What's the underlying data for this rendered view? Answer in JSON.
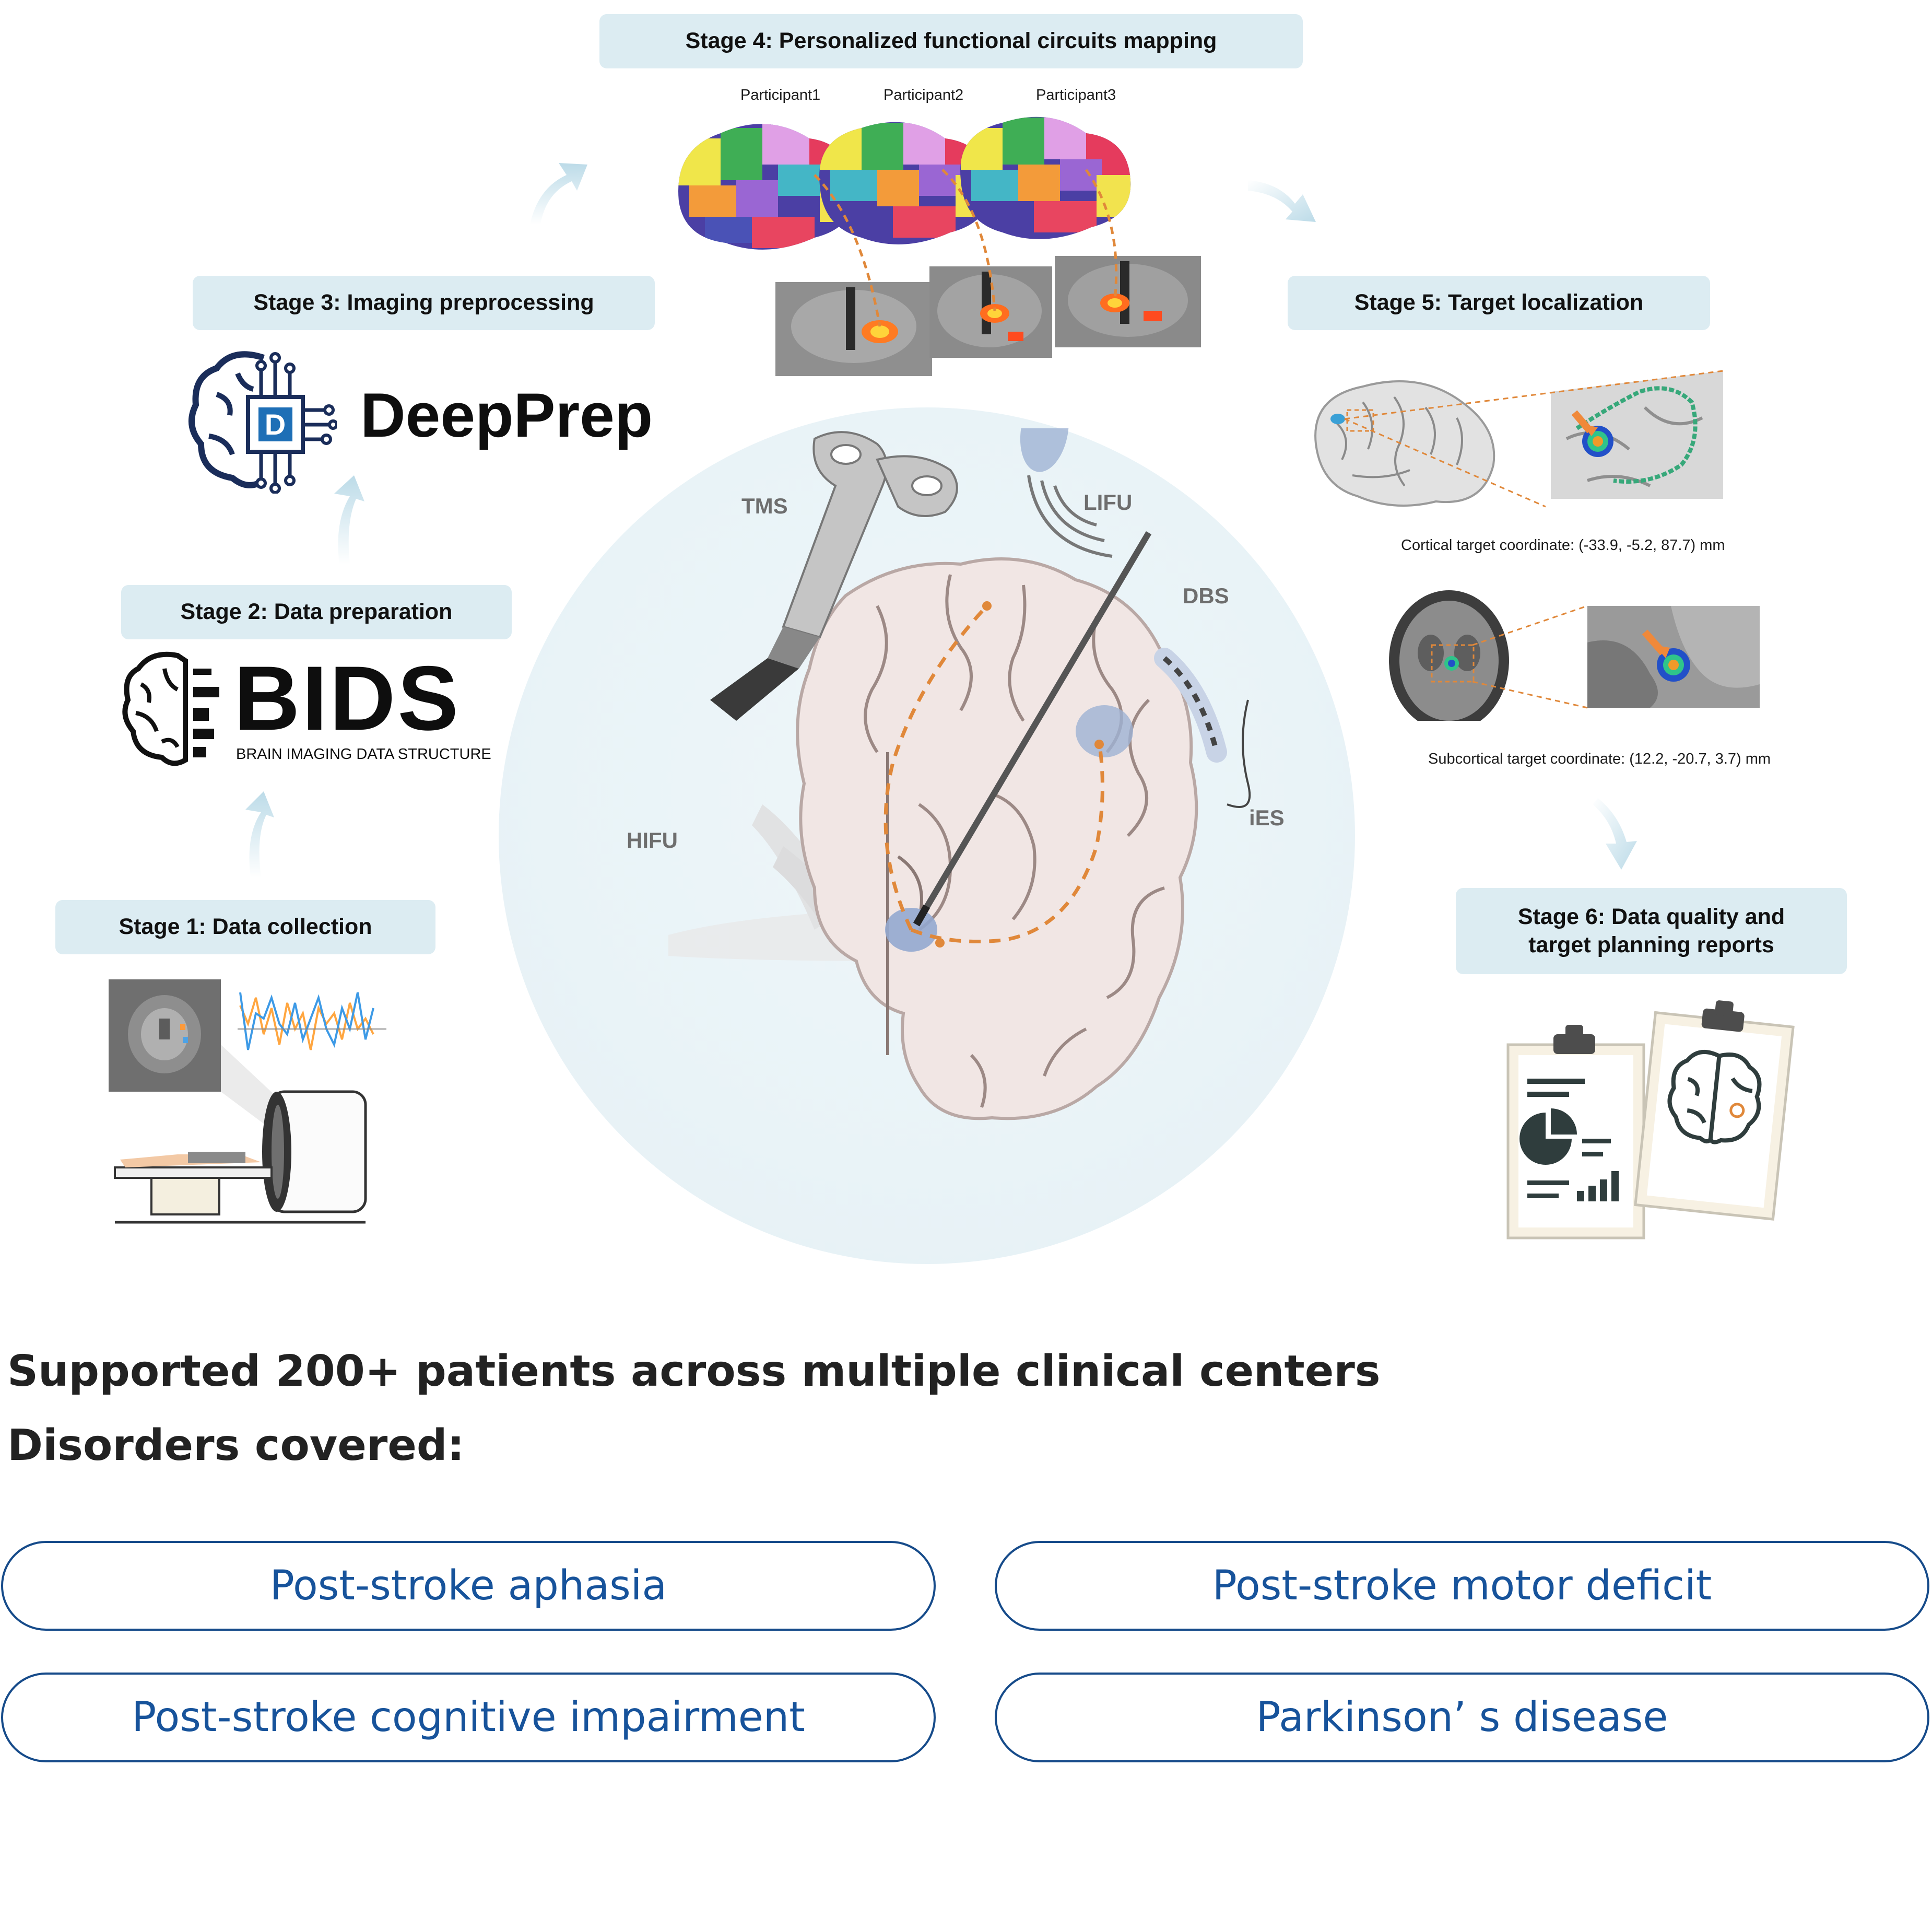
{
  "stages": {
    "s1": "Stage 1: Data collection",
    "s2": "Stage 2: Data preparation",
    "s3": "Stage 3: Imaging preprocessing",
    "s4": "Stage 4: Personalized functional circuits mapping",
    "s5": "Stage 5: Target localization",
    "s6_line1": "Stage 6: Data quality and",
    "s6_line2": "target planning reports"
  },
  "participants": [
    "Participant1",
    "Participant2",
    "Participant3"
  ],
  "logos": {
    "bids_main": "BIDS",
    "bids_sub": "BRAIN IMAGING DATA STRUCTURE",
    "deepprep": "DeepPrep"
  },
  "modalities": {
    "tms": "TMS",
    "lifu": "LIFU",
    "dbs": "DBS",
    "ies": "iES",
    "hifu": "HIFU"
  },
  "coordinates": {
    "cortical": "Cortical target coordinate: (-33.9, -5.2, 87.7) mm",
    "subcortical": "Subcortical target coordinate: (12.2, -20.7, 3.7) mm"
  },
  "summary": {
    "patients": "Supported 200+ patients across multiple clinical centers",
    "disorders_heading": "Disorders covered:"
  },
  "disorders": [
    "Post-stroke aphasia",
    "Post-stroke motor deficit",
    "Post-stroke cognitive impairment",
    "Parkinson’ s disease"
  ],
  "colors": {
    "stage_box": "#dcecf2",
    "pill_border": "#164b8a",
    "pill_text": "#17539b",
    "dashed_orange": "#e0883a",
    "arrow_blue": "#cfe5ee"
  }
}
